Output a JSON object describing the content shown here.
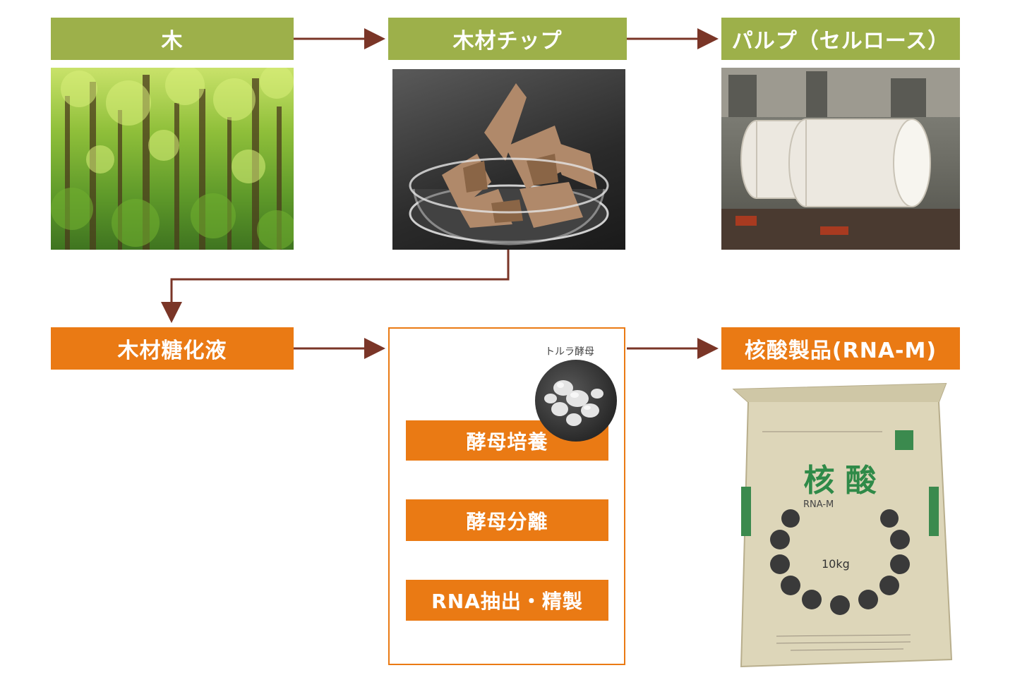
{
  "nodes": {
    "wood": "木",
    "wood_chip": "木材チップ",
    "pulp": "パルプ（セルロース）",
    "saccharified_liquid": "木材糖化液",
    "yeast_culture": "酵母培養",
    "yeast_separation": "酵母分離",
    "rna_extraction": "RNA抽出・精製",
    "nucleic_acid_product": "核酸製品(RNA-M)"
  },
  "yeast_photo_label": "トルラ酵母",
  "bag": {
    "title": "核 酸",
    "product": "RNA-M",
    "weight": "10kg"
  },
  "colors": {
    "green": "#9db04a",
    "orange": "#ea7a14",
    "arrow": "#7a3527"
  }
}
